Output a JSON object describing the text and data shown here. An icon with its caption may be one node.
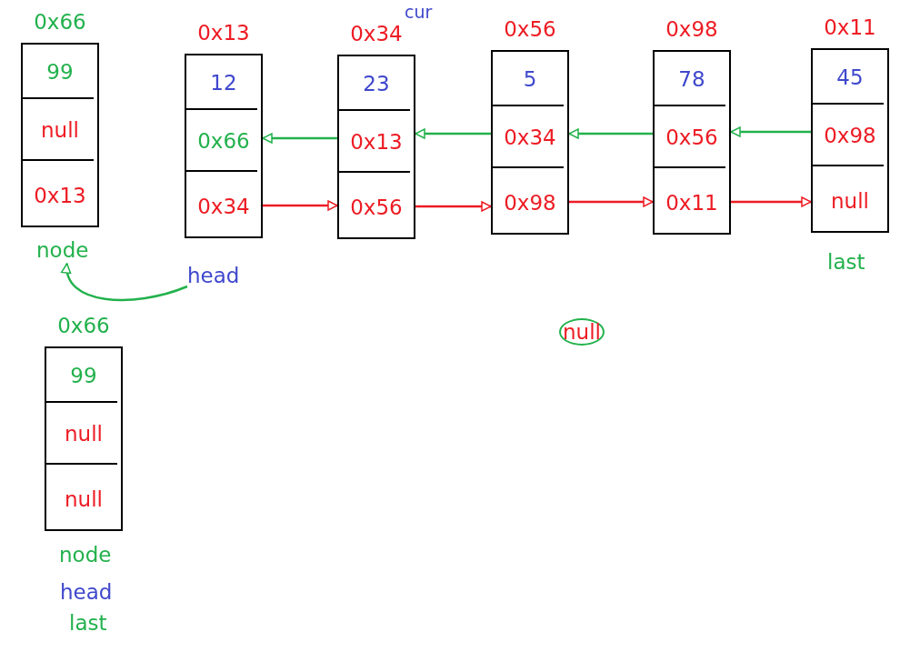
{
  "diagram": {
    "nodes": [
      {
        "text": [
          "0x66",
          "99",
          "null",
          "0x13"
        ]
      },
      {
        "text": [
          "0x13",
          "12",
          "0x66",
          "0x34"
        ]
      },
      {
        "text": [
          "0x34",
          "23",
          "0x13",
          "0x56"
        ],
        "beside": [
          "cur"
        ]
      },
      {
        "text": [
          "0x56",
          "5",
          "0x34",
          "0x98"
        ]
      },
      {
        "text": [
          "0x98",
          "78",
          "0x56",
          "0x11"
        ]
      },
      {
        "text": [
          "0x11",
          "45",
          "0x98",
          "null"
        ],
        "beside": [
          "last"
        ]
      },
      {
        "text": [
          "node"
        ]
      },
      {
        "text": [
          "head"
        ]
      },
      {
        "text": [
          "0x66",
          "99",
          "null",
          "null"
        ],
        "beside": [
          "node",
          "head",
          "last"
        ]
      },
      {
        "text": [
          "null"
        ]
      }
    ],
    "edges": [
      {
        "from": 2,
        "to": 1,
        "arrow": "to",
        "color": "#22b14c"
      },
      {
        "from": 1,
        "to": 2,
        "arrow": "to",
        "color": "#ed1c24"
      },
      {
        "from": 3,
        "to": 2,
        "arrow": "to",
        "color": "#22b14c"
      },
      {
        "from": 2,
        "to": 3,
        "arrow": "to",
        "color": "#ed1c24"
      },
      {
        "from": 4,
        "to": 3,
        "arrow": "to",
        "color": "#22b14c"
      },
      {
        "from": 3,
        "to": 4,
        "arrow": "to",
        "color": "#ed1c24"
      },
      {
        "from": 5,
        "to": 4,
        "arrow": "to",
        "color": "#22b14c"
      },
      {
        "from": 4,
        "to": 5,
        "arrow": "to",
        "color": "#ed1c24"
      },
      {
        "from": 7,
        "to": 6,
        "arrow": "to",
        "color": "#22b14c"
      }
    ]
  }
}
